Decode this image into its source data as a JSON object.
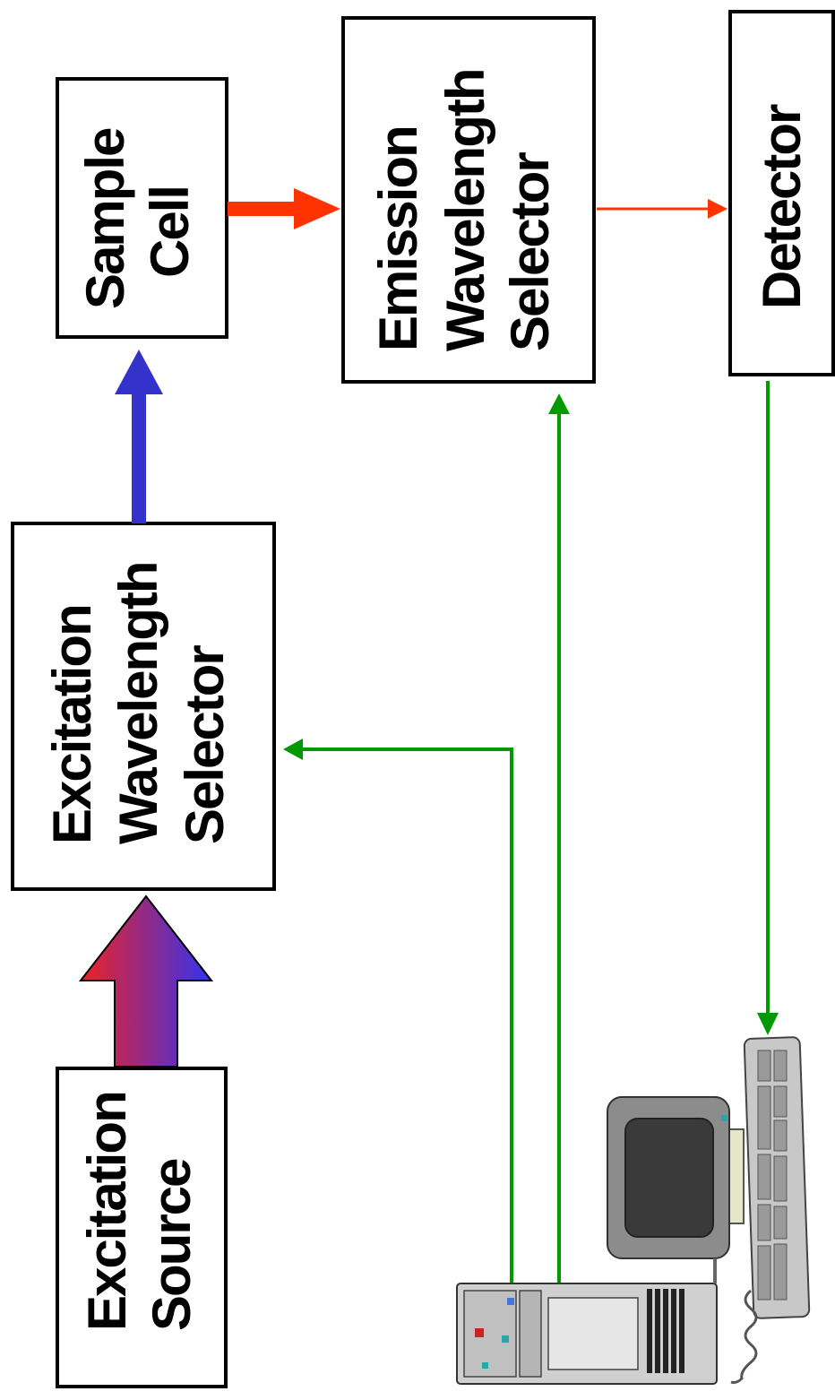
{
  "boxes": {
    "excitation_source": {
      "lines": [
        "Excitation",
        "Source"
      ]
    },
    "excitation_selector": {
      "lines": [
        "Excitation",
        "Wavelength",
        "Selector"
      ]
    },
    "sample_cell": {
      "lines": [
        "Sample",
        "Cell"
      ]
    },
    "emission_selector": {
      "lines": [
        "Emission",
        "Wavelength",
        "Selector"
      ]
    },
    "detector": {
      "lines": [
        "Detector"
      ]
    }
  },
  "colors": {
    "box_stroke": "#000000",
    "excitation_light": "#3333cc",
    "emission_light": "#ff3300",
    "control_signal": "#009900",
    "gradient_start": "#ee2222",
    "gradient_end": "#3333ee"
  },
  "icons": {
    "computer": "computer-icon"
  }
}
